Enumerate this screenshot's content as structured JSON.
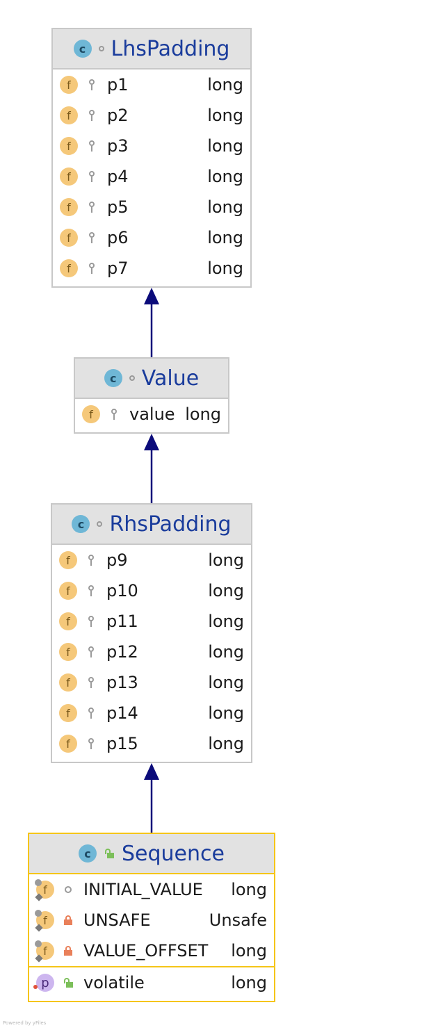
{
  "classes": [
    {
      "name": "LhsPadding",
      "fields": [
        {
          "name": "p1",
          "type": "long"
        },
        {
          "name": "p2",
          "type": "long"
        },
        {
          "name": "p3",
          "type": "long"
        },
        {
          "name": "p4",
          "type": "long"
        },
        {
          "name": "p5",
          "type": "long"
        },
        {
          "name": "p6",
          "type": "long"
        },
        {
          "name": "p7",
          "type": "long"
        }
      ]
    },
    {
      "name": "Value",
      "fields": [
        {
          "name": "value",
          "type": "long"
        }
      ]
    },
    {
      "name": "RhsPadding",
      "fields": [
        {
          "name": "p9",
          "type": "long"
        },
        {
          "name": "p10",
          "type": "long"
        },
        {
          "name": "p11",
          "type": "long"
        },
        {
          "name": "p12",
          "type": "long"
        },
        {
          "name": "p13",
          "type": "long"
        },
        {
          "name": "p14",
          "type": "long"
        },
        {
          "name": "p15",
          "type": "long"
        }
      ]
    },
    {
      "name": "Sequence",
      "fields": [
        {
          "name": "INITIAL_VALUE",
          "type": "long"
        },
        {
          "name": "UNSAFE",
          "type": "Unsafe"
        },
        {
          "name": "VALUE_OFFSET",
          "type": "long"
        }
      ],
      "properties": [
        {
          "name": "volatile",
          "type": "long"
        }
      ]
    }
  ],
  "icons": {
    "class_letter": "c",
    "field_letter": "f",
    "property_letter": "p"
  },
  "footer": "Powered by yFiles",
  "colors": {
    "arrow": "#0b0b7a",
    "class_name": "#1a3c9c",
    "selected_border": "#f5c518"
  }
}
